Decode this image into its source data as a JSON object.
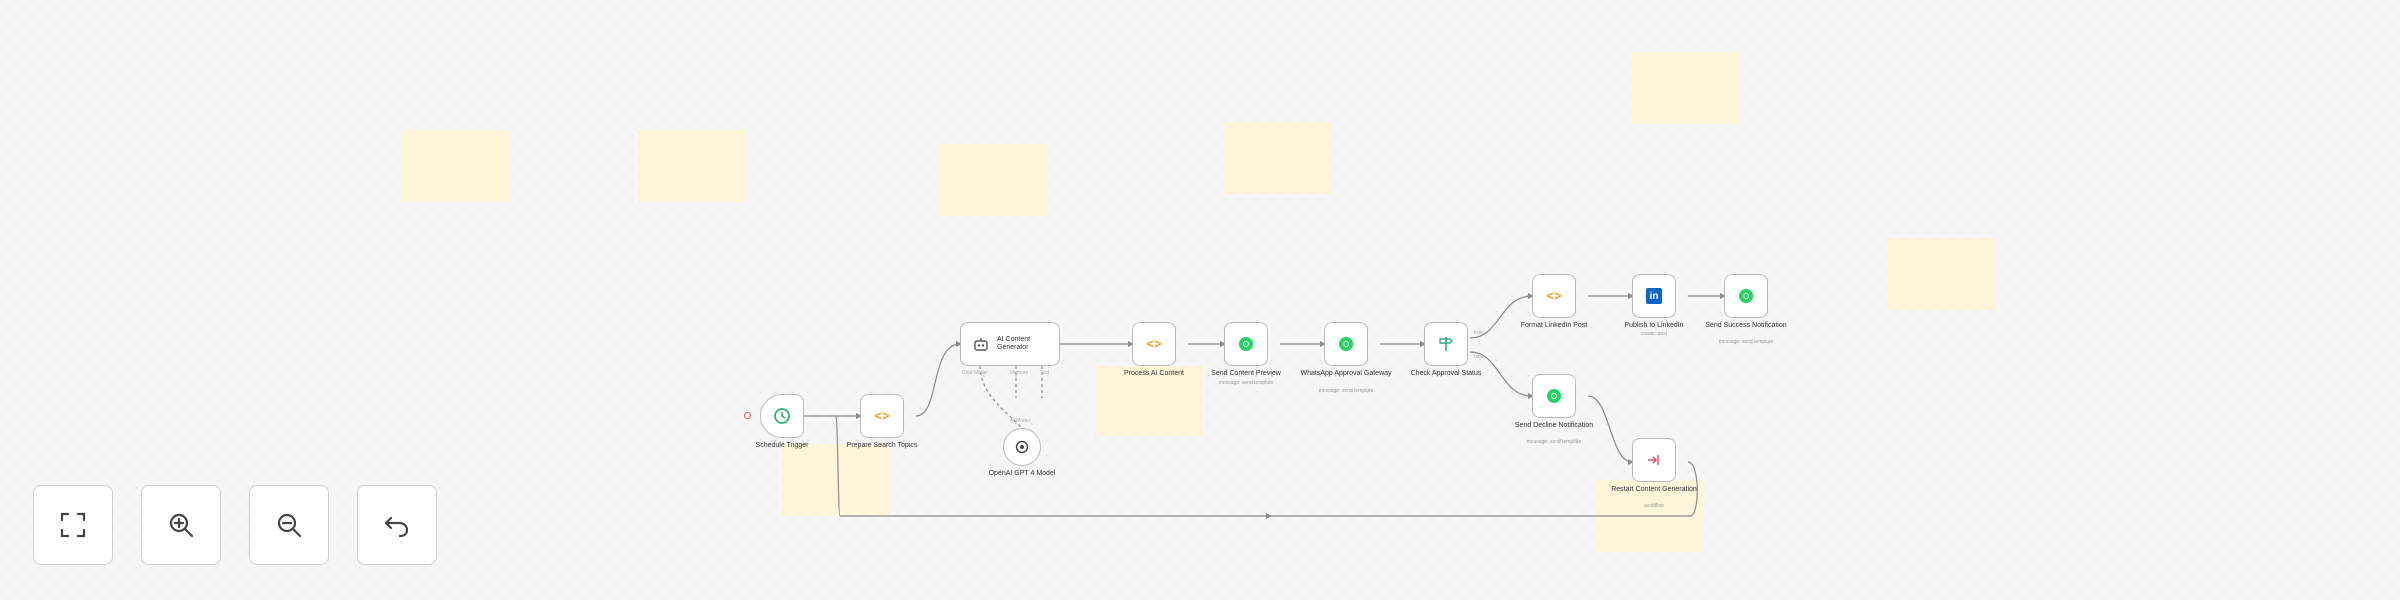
{
  "nodes": {
    "schedule_trigger": {
      "label": "Schedule Trigger"
    },
    "prepare_search_topics": {
      "label": "Prepare Search Topics"
    },
    "ai_content_generator": {
      "label": "AI Content Generator"
    },
    "openai_model": {
      "label": "OpenAI GPT 4 Model"
    },
    "process_ai_content": {
      "label": "Process AI Content"
    },
    "send_content_preview": {
      "label": "Send Content Preview",
      "sub": "message: send template"
    },
    "whatsapp_approval_gateway": {
      "label": "WhatsApp Approval Gateway",
      "sub": "message: send template"
    },
    "check_approval_status": {
      "label": "Check Approval Status"
    },
    "format_linkedin_post": {
      "label": "Format LinkedIn Post"
    },
    "publish_to_linkedin": {
      "label": "Publish to LinkedIn",
      "sub": "create: post"
    },
    "send_success_notification": {
      "label": "Send Success Notification",
      "sub": "message: send template"
    },
    "send_decline_notification": {
      "label": "Send Decline Notification",
      "sub": "message: send template"
    },
    "restart_content_generation": {
      "label": "Restart Content Generation",
      "sub": "workflow"
    }
  },
  "ai_ports": {
    "chat_model": "Chat Model",
    "memory": "Memory",
    "tool": "Tool"
  },
  "branch_labels": {
    "true": "true",
    "false": "false"
  },
  "model_connector": "AI Model",
  "controls": [
    {
      "name": "fit-view-button",
      "icon": "fit-view-icon"
    },
    {
      "name": "zoom-in-button",
      "icon": "zoom-in-icon"
    },
    {
      "name": "zoom-out-button",
      "icon": "zoom-out-icon"
    },
    {
      "name": "reset-button",
      "icon": "undo-icon"
    }
  ],
  "colors": {
    "sticky": "#fff4d6",
    "whatsapp": "#25d366",
    "linkedin": "#0a66c2",
    "code": "#f0a030",
    "trigger": "#2bb673",
    "if": "#3aa78f",
    "restart": "#e0556a"
  }
}
